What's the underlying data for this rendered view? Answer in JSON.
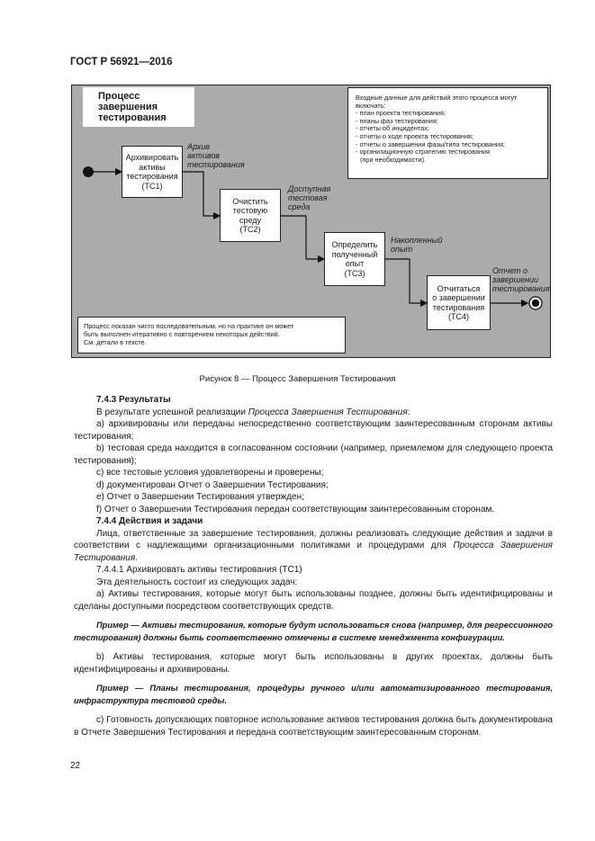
{
  "header": {
    "doc_id": "ГОСТ Р 56921—2016"
  },
  "diagram": {
    "title": [
      "Процесс",
      "завершения",
      "тестирования"
    ],
    "inputs": [
      "Входные данные для действий этого процесса могут",
      "включать:",
      "- план проекта тестирования;",
      "- планы фаз тестирования;",
      "- отчеты об инцидентах;",
      "- отчеты о ходе проекта тестирования;",
      "- отчеты о завершении фазы/типа тестирования;",
      "- организационную стратегию тестирования",
      "  (при необходимости)."
    ],
    "processes": [
      {
        "lines": [
          "Архивировать",
          "активы",
          "тестирования",
          "(TC1)"
        ],
        "output": [
          "Архив",
          "активов",
          "тестирования"
        ]
      },
      {
        "lines": [
          "Очистить",
          "тестовую",
          "среду",
          "(TC2)"
        ],
        "output": [
          "Доступная",
          "тестовая",
          "среда"
        ]
      },
      {
        "lines": [
          "Определить",
          "полученный",
          "опыт",
          "(TC3)"
        ],
        "output": [
          "Накопленный",
          "опыт"
        ]
      },
      {
        "lines": [
          "Отчитаться",
          "о завершении",
          "тестирования",
          "(TC4)"
        ],
        "output": [
          "Отчет о",
          "завершении",
          "тестирования"
        ]
      }
    ],
    "note": [
      "Процесс показан чисто последовательным, но на практике он может",
      "быть выполнен итеративно с повторением некоторых действий.",
      "См. детали в тексте."
    ]
  },
  "caption": "Рисунок 8 — Процесс Завершения Тестирования",
  "body": {
    "s743_title": "7.4.3 Результаты",
    "s743_intro_a": "В результате успешной реализации ",
    "s743_intro_i": "Процесса Завершения Тестирования",
    "s743_intro_b": ":",
    "items_a": "a) архивированы или переданы непосредственно соответствующим заинтересованным сторонам активы тестирования;",
    "items_b": "b) тестовая среда находится в согласованном состоянии (например, приемлемом для следующего проекта тестирования);",
    "items_c": "c) все тестовые условия удовлетворены и проверены;",
    "items_d": "d) документирован Отчет о Завершении Тестирования;",
    "items_e": "e) Отчет о Завершении Тестирования утвержден;",
    "items_f": "f) Отчет о Завершении Тестирования передан соответствующим заинтересованным сторонам.",
    "s744_title": "7.4.4 Действия и задачи",
    "s744_p_a": "Лица, ответственные за завершение тестирования, должны реализовать следующие действия и задачи в соответствии с надлежащими организационными политиками и процедурами для ",
    "s744_p_i": "Процесса Завершения Тестирования",
    "s744_p_b": ".",
    "s7441": "7.4.4.1 Архивировать активы тестирования (TC1)",
    "s7441_intro": "Эта деятельность состоит из следующих задач:",
    "task_a": "a) Активы тестирования, которые могут быть использованы позднее, должны быть идентифицированы и сделаны доступными посредством соответствующих средств.",
    "ex1": "Пример — Активы тестирования, которые будут использоваться снова (например, для регрессионного тестирования) должны быть соответственно отмечены в системе менеджмента конфигурации.",
    "task_b": "b) Активы тестирования, которые могут быть использованы в других проектах, должны быть идентифицированы и архивированы.",
    "ex2": "Пример — Планы тестирования, процедуры ручного и/или автоматизированного тестирования, инфраструктура тестовой среды.",
    "task_c": "c) Готовность допускающих повторное использование активов тестирования должна быть документирована в Отчете Завершения Тестирования и передана соответствующим заинтересованным сторонам."
  },
  "page_number": "22"
}
